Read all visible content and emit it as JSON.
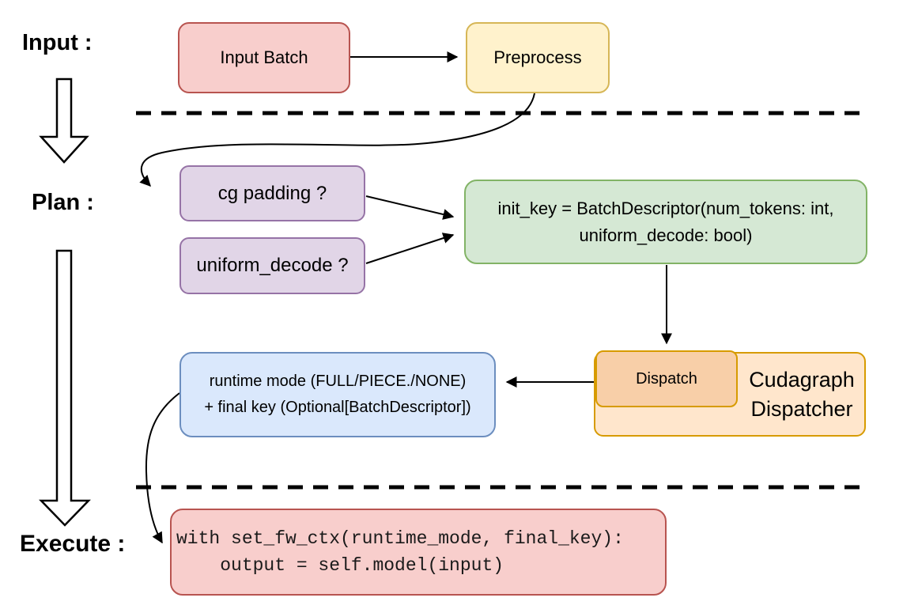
{
  "stages": {
    "input": "Input :",
    "plan": "Plan :",
    "execute": "Execute :"
  },
  "nodes": {
    "input_batch": {
      "label": "Input Batch",
      "fill": "#f8cecc",
      "border": "#b85450"
    },
    "preprocess": {
      "label": "Preprocess",
      "fill": "#fff2cc",
      "border": "#d6b656"
    },
    "cg_padding": {
      "label": "cg padding ?",
      "fill": "#e1d5e7",
      "border": "#9673a6"
    },
    "uniform_decode": {
      "label": "uniform_decode ?",
      "fill": "#e1d5e7",
      "border": "#9673a6"
    },
    "init_key": {
      "line1": "init_key = BatchDescriptor(num_tokens: int,",
      "line2": "uniform_decode: bool)",
      "fill": "#d5e8d4",
      "border": "#82b366"
    },
    "dispatch": {
      "label": "Dispatch",
      "fill": "#f8cfa8",
      "border": "#d79b00"
    },
    "cudagraph_dispatcher": {
      "line1": "Cudagraph",
      "line2": "Dispatcher",
      "fill": "#ffe6cc",
      "border": "#d79b00"
    },
    "runtime_mode": {
      "line1": "runtime mode (FULL/PIECE./NONE)",
      "line2": "+ final key (Optional[BatchDescriptor])",
      "fill": "#dae8fc",
      "border": "#6c8ebf"
    },
    "execute_code": {
      "line1": "with set_fw_ctx(runtime_mode, final_key):",
      "line2": "    output = self.model(input)",
      "fill": "#f8cecc",
      "border": "#b85450"
    }
  },
  "edges": [
    {
      "from": "input_batch",
      "to": "preprocess"
    },
    {
      "from": "preprocess",
      "to": "cg_padding"
    },
    {
      "from": "cg_padding",
      "to": "init_key"
    },
    {
      "from": "uniform_decode",
      "to": "init_key"
    },
    {
      "from": "init_key",
      "to": "dispatch"
    },
    {
      "from": "dispatch",
      "to": "runtime_mode"
    },
    {
      "from": "runtime_mode",
      "to": "execute_code"
    }
  ]
}
